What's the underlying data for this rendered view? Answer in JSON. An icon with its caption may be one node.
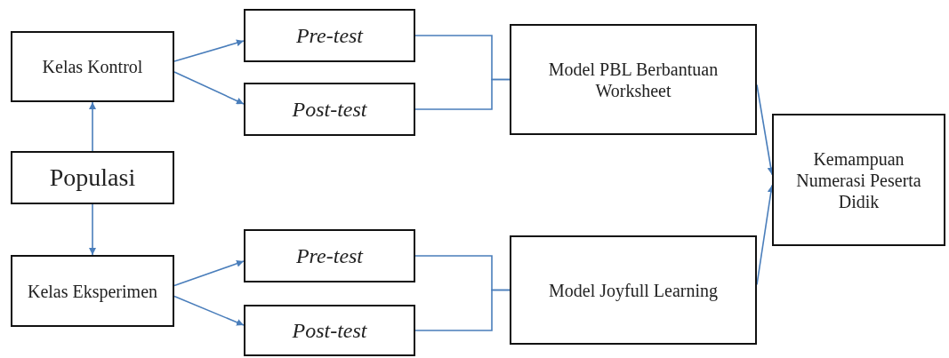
{
  "diagram": {
    "nodes": [
      {
        "text": [
          "Kelas Kontrol"
        ]
      },
      {
        "text": [
          "Populasi"
        ]
      },
      {
        "text": [
          "Kelas Eksperimen"
        ]
      },
      {
        "text": [
          "Pre-test"
        ]
      },
      {
        "text": [
          "Post-test"
        ]
      },
      {
        "text": [
          "Pre-test"
        ]
      },
      {
        "text": [
          "Post-test"
        ]
      },
      {
        "text": [
          "Model PBL Berbantuan Worksheet"
        ]
      },
      {
        "text": [
          "Model Joyfull Learning"
        ]
      },
      {
        "text": [
          "Kemampuan Numerasi Peserta Didik"
        ]
      }
    ],
    "edges": [
      {
        "from": 1,
        "to": 0,
        "arrow": "to"
      },
      {
        "from": 1,
        "to": 2,
        "arrow": "to"
      },
      {
        "from": 0,
        "to": 3,
        "arrow": "to"
      },
      {
        "from": 0,
        "to": 4,
        "arrow": "to"
      },
      {
        "from": 2,
        "to": 5,
        "arrow": "to"
      },
      {
        "from": 2,
        "to": 6,
        "arrow": "to"
      },
      {
        "from": 3,
        "to": 7,
        "arrow": "none"
      },
      {
        "from": 4,
        "to": 7,
        "arrow": "none"
      },
      {
        "from": 5,
        "to": 8,
        "arrow": "none"
      },
      {
        "from": 6,
        "to": 8,
        "arrow": "none"
      },
      {
        "from": 7,
        "to": 9,
        "arrow": "to"
      },
      {
        "from": 8,
        "to": 9,
        "arrow": "to"
      }
    ]
  }
}
